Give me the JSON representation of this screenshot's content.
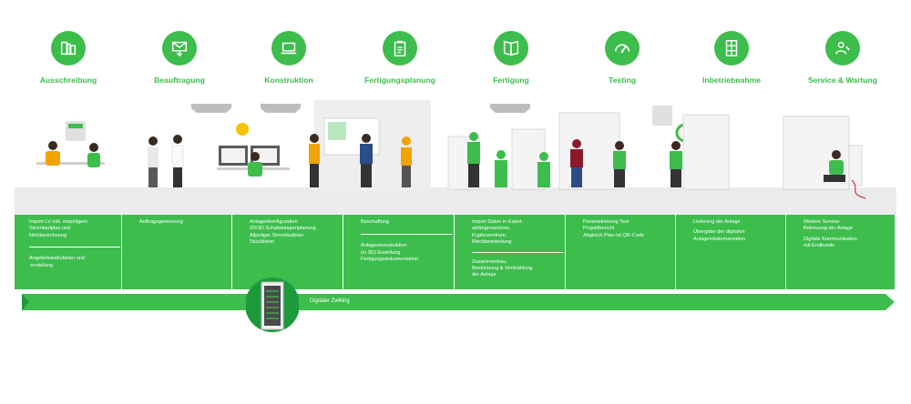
{
  "phases": [
    {
      "label": "Ausschreibung",
      "icon": "document-stack-icon"
    },
    {
      "label": "Beauftragung",
      "icon": "envelope-download-icon"
    },
    {
      "label": "Konstruktion",
      "icon": "laptop-icon"
    },
    {
      "label": "Fertigungsplanung",
      "icon": "clipboard-icon"
    },
    {
      "label": "Fertigung",
      "icon": "open-book-icon"
    },
    {
      "label": "Testing",
      "icon": "gauge-icon"
    },
    {
      "label": "Inbetriebnahme",
      "icon": "cabinet-grid-icon"
    },
    {
      "label": "Service & Wartung",
      "icon": "person-wrench-icon"
    }
  ],
  "steps": [
    {
      "lines_top": [
        "Import LV inkl. einpoligem",
        "Stromlaufplan und",
        "Netzberechnung"
      ],
      "lines_bottom": [
        "Angebotskalkulation und",
        "-erstellung"
      ]
    },
    {
      "lines_top": [
        "Auftragsgewinnung"
      ],
      "lines_bottom": []
    },
    {
      "lines_top": [
        "Anlagenkonfiguration",
        "2D/3D Schaltanlagenplanung",
        "Allpoliger Stromlaufplan",
        "Stücklisten"
      ],
      "lines_bottom": []
    },
    {
      "lines_top": [
        "Beschaffung"
      ],
      "lines_bottom": [
        "Anlagenkonstruktion",
        "(in 3D) Erstellung",
        "Fertigungsdokumentation"
      ]
    },
    {
      "lines_top": [
        "Import Daten in Kabel-",
        "ablängmaschine,",
        "Kupferzentrum,",
        "Blechbearbeitung"
      ],
      "lines_bottom": [
        "Zusammenbau,",
        "Bestückung & Verdrahtung",
        "der Anlage"
      ]
    },
    {
      "lines_top": [
        "Parametrierung Test",
        "Projektbericht",
        "Abgleich Plan-Ist QR-Code"
      ],
      "lines_bottom": []
    },
    {
      "lines_top": [
        "Lieferung der Anlage",
        "",
        "Übergabe der digitalen",
        "Anlagendokumentation"
      ],
      "lines_bottom": []
    },
    {
      "lines_top": [
        "Weitere Service-",
        "Betreuung der Anlage",
        "",
        "Digitale Kommunikation",
        "mit Endkunde"
      ],
      "lines_bottom": []
    }
  ],
  "digital_twin": {
    "label": "Digitaler Zwilling"
  },
  "colors": {
    "accent": "#3dbd4c",
    "dark_green": "#1d9a3c",
    "floor": "#ebebeb"
  }
}
